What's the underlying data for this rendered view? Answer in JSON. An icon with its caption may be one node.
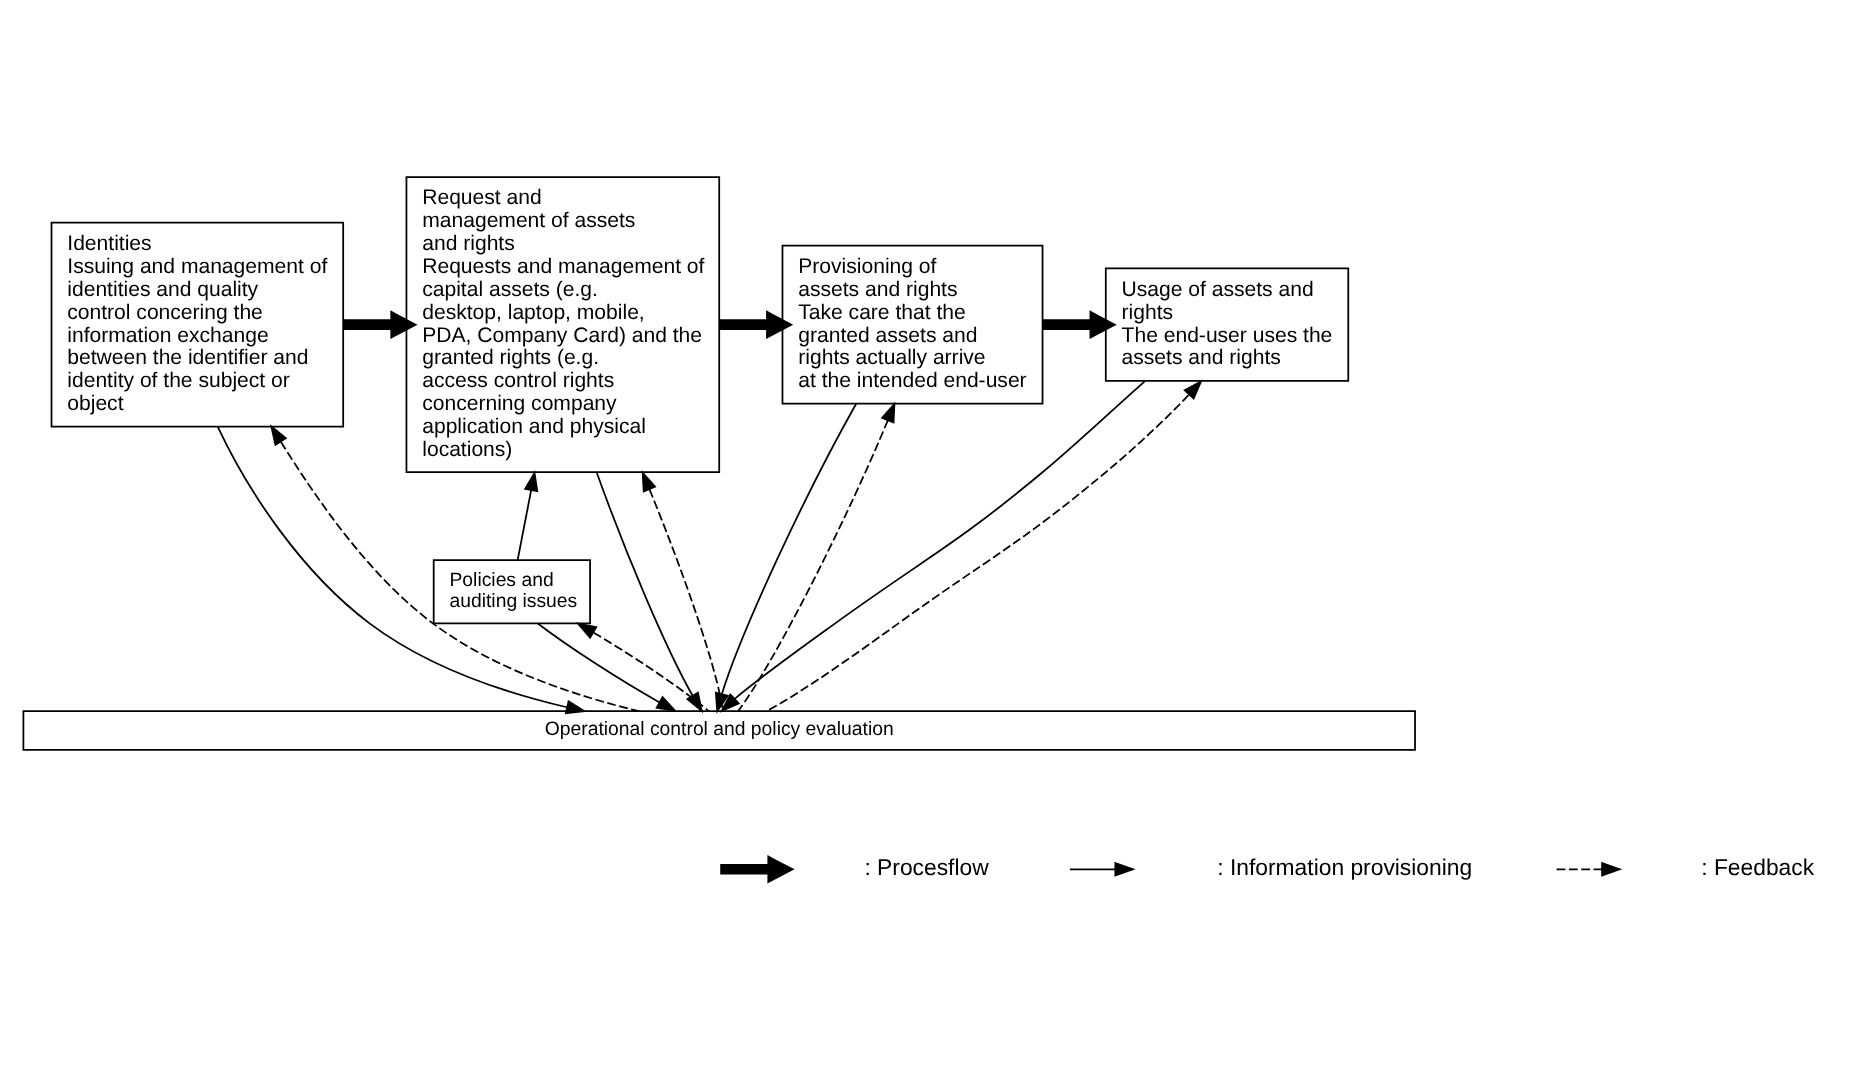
{
  "diagram": {
    "nodes": [
      {
        "text": [
          "Identities",
          "Issuing and management of identities and quality control concering the information exchange between the identifier and identity of the subject or object"
        ]
      },
      {
        "text": [
          "Request and management of assets and rights",
          "Requests and management of capital assets (e.g. desktop, laptop, mobile, PDA, Company Card) and the granted rights (e.g. access control rights concerning company application and physical locations)"
        ]
      },
      {
        "text": [
          "Provisioning of assets and rights",
          "Take care that the granted assets and rights actually arrive at the intended end-user"
        ]
      },
      {
        "text": [
          "Usage of assets and rights",
          "The end-user uses the assets and rights"
        ]
      },
      {
        "text": [
          "Policies and auditing issues"
        ]
      },
      {
        "text": [
          "Operational control and policy evaluation"
        ]
      }
    ],
    "edges": [
      {
        "from": 0,
        "to": 1,
        "arrow": "to",
        "style": "thick"
      },
      {
        "from": 1,
        "to": 2,
        "arrow": "to",
        "style": "thick"
      },
      {
        "from": 2,
        "to": 3,
        "arrow": "to",
        "style": "thick"
      },
      {
        "from": 0,
        "to": 5,
        "arrow": "to"
      },
      {
        "from": 5,
        "to": 0,
        "arrow": "to",
        "style": "dashed"
      },
      {
        "from": 1,
        "to": 5,
        "arrow": "to"
      },
      {
        "from": 5,
        "to": 1,
        "arrow": "to",
        "style": "dashed"
      },
      {
        "from": 4,
        "to": 1,
        "arrow": "to"
      },
      {
        "from": 4,
        "to": 5,
        "arrow": "to"
      },
      {
        "from": 5,
        "to": 4,
        "arrow": "to",
        "style": "dashed"
      },
      {
        "from": 2,
        "to": 5,
        "arrow": "to"
      },
      {
        "from": 5,
        "to": 2,
        "arrow": "to",
        "style": "dashed"
      },
      {
        "from": 3,
        "to": 5,
        "arrow": "to"
      },
      {
        "from": 5,
        "to": 3,
        "arrow": "to",
        "style": "dashed"
      }
    ],
    "legend": [
      {
        "text": ": Procesflow"
      },
      {
        "text": ": Information provisioning"
      },
      {
        "text": ": Feedback"
      }
    ]
  }
}
